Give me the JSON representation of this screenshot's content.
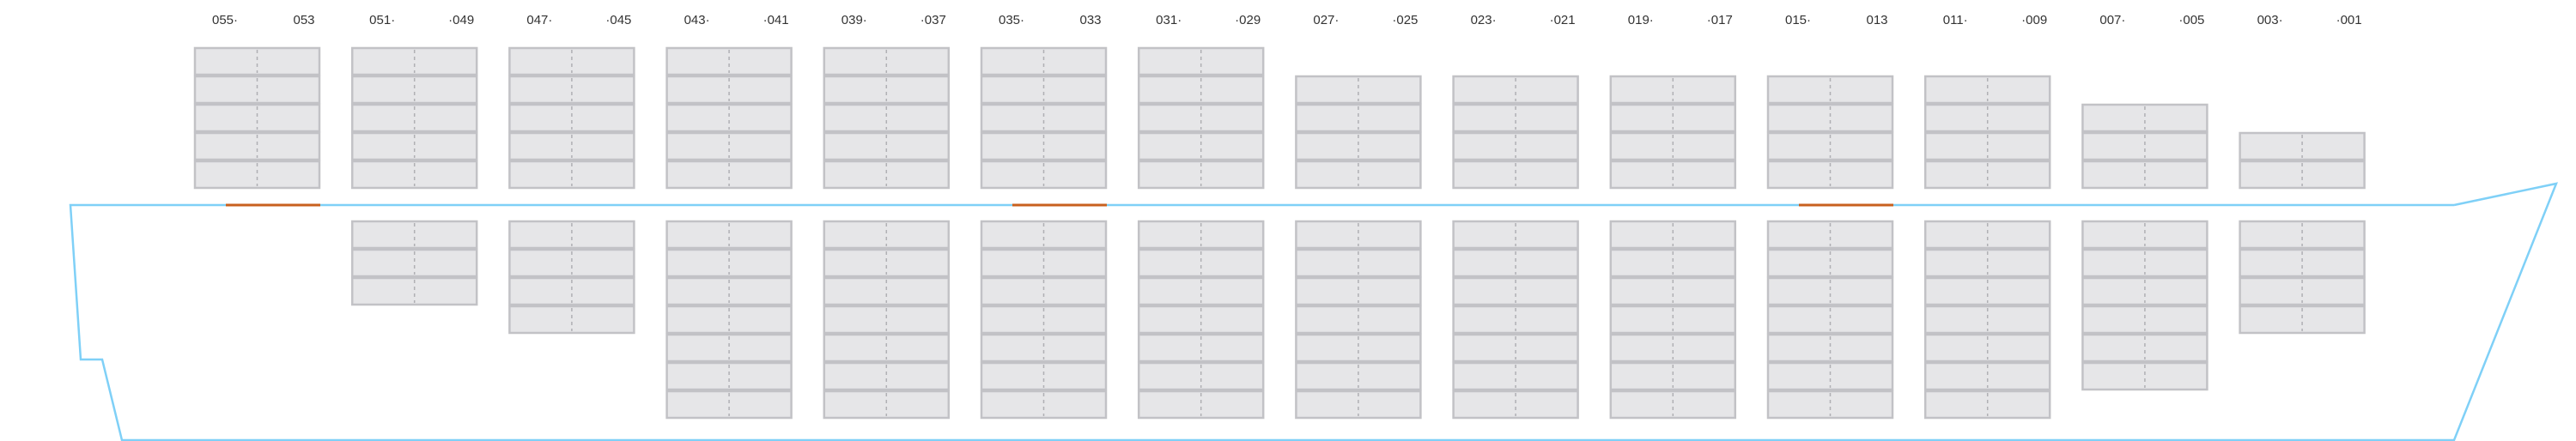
{
  "colors": {
    "hull": "#7fd0f7",
    "hatch_highlight": "#c8601e",
    "cell_fill": "#e6e6e8",
    "cell_stroke": "#c2c2c6"
  },
  "bays": [
    {
      "left_label": "055·",
      "right_label": "053",
      "above_tiers": 5,
      "below_tiers": 0,
      "highlight": true
    },
    {
      "left_label": "051·",
      "right_label": "·049",
      "above_tiers": 5,
      "below_tiers": 3,
      "highlight": false
    },
    {
      "left_label": "047·",
      "right_label": "·045",
      "above_tiers": 5,
      "below_tiers": 4,
      "highlight": false
    },
    {
      "left_label": "043·",
      "right_label": "·041",
      "above_tiers": 5,
      "below_tiers": 7,
      "highlight": false
    },
    {
      "left_label": "039·",
      "right_label": "·037",
      "above_tiers": 5,
      "below_tiers": 7,
      "highlight": false
    },
    {
      "left_label": "035·",
      "right_label": "033",
      "above_tiers": 5,
      "below_tiers": 7,
      "highlight": true
    },
    {
      "left_label": "031·",
      "right_label": "·029",
      "above_tiers": 5,
      "below_tiers": 7,
      "highlight": false
    },
    {
      "left_label": "027·",
      "right_label": "·025",
      "above_tiers": 4,
      "below_tiers": 7,
      "highlight": false
    },
    {
      "left_label": "023·",
      "right_label": "·021",
      "above_tiers": 4,
      "below_tiers": 7,
      "highlight": false
    },
    {
      "left_label": "019·",
      "right_label": "·017",
      "above_tiers": 4,
      "below_tiers": 7,
      "highlight": false
    },
    {
      "left_label": "015·",
      "right_label": "013",
      "above_tiers": 4,
      "below_tiers": 7,
      "highlight": true
    },
    {
      "left_label": "011·",
      "right_label": "·009",
      "above_tiers": 4,
      "below_tiers": 7,
      "highlight": false
    },
    {
      "left_label": "007·",
      "right_label": "·005",
      "above_tiers": 3,
      "below_tiers": 6,
      "highlight": false
    },
    {
      "left_label": "003·",
      "right_label": "·001",
      "above_tiers": 2,
      "below_tiers": 4,
      "highlight": false
    }
  ]
}
